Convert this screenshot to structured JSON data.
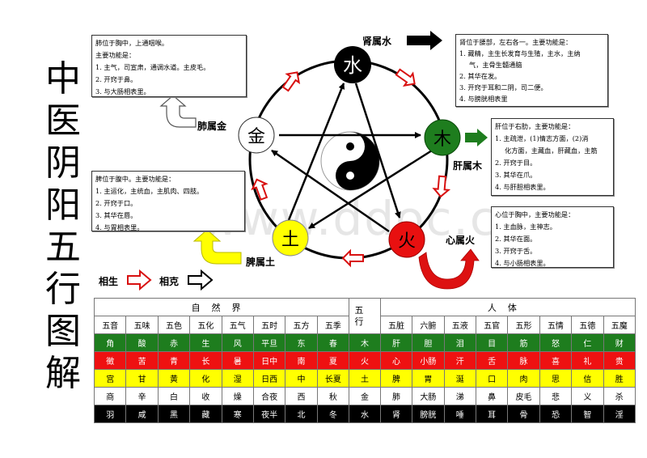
{
  "title": [
    "中",
    "医",
    "阴",
    "阳",
    "五",
    "行",
    "图",
    "解"
  ],
  "watermark": "www.ddoc.cn",
  "elements": {
    "water": {
      "char": "水",
      "color": "#000000",
      "text_color": "#ffffff"
    },
    "wood": {
      "char": "木",
      "color": "#1e7d1e",
      "text_color": "#000000"
    },
    "fire": {
      "char": "火",
      "color": "#e81010",
      "text_color": "#000000"
    },
    "earth": {
      "char": "土",
      "color": "#ffff00",
      "text_color": "#000000"
    },
    "metal": {
      "char": "金",
      "color": "#ffffff",
      "text_color": "#000000"
    }
  },
  "organ_labels": {
    "kidney": "肾属水",
    "liver": "肝属木",
    "heart": "心属火",
    "spleen": "脾属土",
    "lung": "肺属金"
  },
  "legend": {
    "generating": "相生",
    "restraining": "相克"
  },
  "info_boxes": {
    "lung": [
      "肺位于胸中，上通咽喉。",
      "主要功能是：",
      "1.  主气，司宣肃，通调水道。主皮毛。",
      "2.  开窍于鼻。",
      "3.  与大肠相表里。"
    ],
    "kidney": [
      "肾位于腰部，左右各一。主要功能是：",
      "1.  藏精，主生长发育与生殖，主水，主纳",
      "气，主骨生髓通脑",
      "2. 其华在发。",
      "3.  开窍于耳和二阴，司二便。",
      "4.  与膀胱相表里"
    ],
    "liver": [
      "肝位于右肋，主要功能是：",
      "1.  主疏泄，(1)情志方面，(2)消",
      "化方面，主藏血，肝藏血，主筋",
      "2.  开窍于目。",
      "3.  其华在爪。",
      "4.  与肝胆相表里。"
    ],
    "heart": [
      "心位于胸中，主要功能是：",
      "1. 主血脉，主神志。",
      "2. 其华在面。",
      "3. 开窍于舌。",
      "4. 与小肠相表里。"
    ],
    "spleen": [
      "脾位于腹中。主要功能是：",
      "1. 主运化，主统血，主肌肉、四肢。",
      "2. 开窍于口。",
      "3. 其华在唇。",
      "4. 与胃相表里。"
    ]
  },
  "table": {
    "nature_header": "自然界",
    "wuxing_header": "五行",
    "body_header": "人体",
    "nature_columns": [
      "五音",
      "五味",
      "五色",
      "五化",
      "五气",
      "五时",
      "五方",
      "五季"
    ],
    "body_columns": [
      "五脏",
      "六腑",
      "五液",
      "五官",
      "五形",
      "五情",
      "五德",
      "五魔"
    ],
    "rows": [
      {
        "bg": "#1e7d1e",
        "fg": "#ffffff",
        "nature": [
          "角",
          "酸",
          "赤",
          "生",
          "风",
          "平旦",
          "东",
          "春"
        ],
        "element": "木",
        "body": [
          "肝",
          "胆",
          "泪",
          "目",
          "筋",
          "怒",
          "仁",
          "财"
        ]
      },
      {
        "bg": "#ee1111",
        "fg": "#ffffff",
        "nature": [
          "徵",
          "苦",
          "青",
          "长",
          "暑",
          "日中",
          "南",
          "夏"
        ],
        "element": "火",
        "body": [
          "心",
          "小肠",
          "汗",
          "舌",
          "脉",
          "喜",
          "礼",
          "贵"
        ]
      },
      {
        "bg": "#ffff00",
        "fg": "#000000",
        "nature": [
          "宫",
          "甘",
          "黄",
          "化",
          "湿",
          "日西",
          "中",
          "长夏"
        ],
        "element": "土",
        "body": [
          "脾",
          "胃",
          "涎",
          "口",
          "肉",
          "思",
          "信",
          "胜"
        ]
      },
      {
        "bg": "#ffffff",
        "fg": "#000000",
        "nature": [
          "商",
          "辛",
          "白",
          "收",
          "燥",
          "合夜",
          "西",
          "秋"
        ],
        "element": "金",
        "body": [
          "肺",
          "大肠",
          "涕",
          "鼻",
          "皮毛",
          "悲",
          "义",
          "杀"
        ]
      },
      {
        "bg": "#000000",
        "fg": "#ffffff",
        "nature": [
          "羽",
          "咸",
          "黑",
          "藏",
          "寒",
          "夜半",
          "北",
          "冬"
        ],
        "element": "水",
        "body": [
          "肾",
          "膀胱",
          "唾",
          "耳",
          "骨",
          "恐",
          "智",
          "淫"
        ]
      }
    ]
  }
}
